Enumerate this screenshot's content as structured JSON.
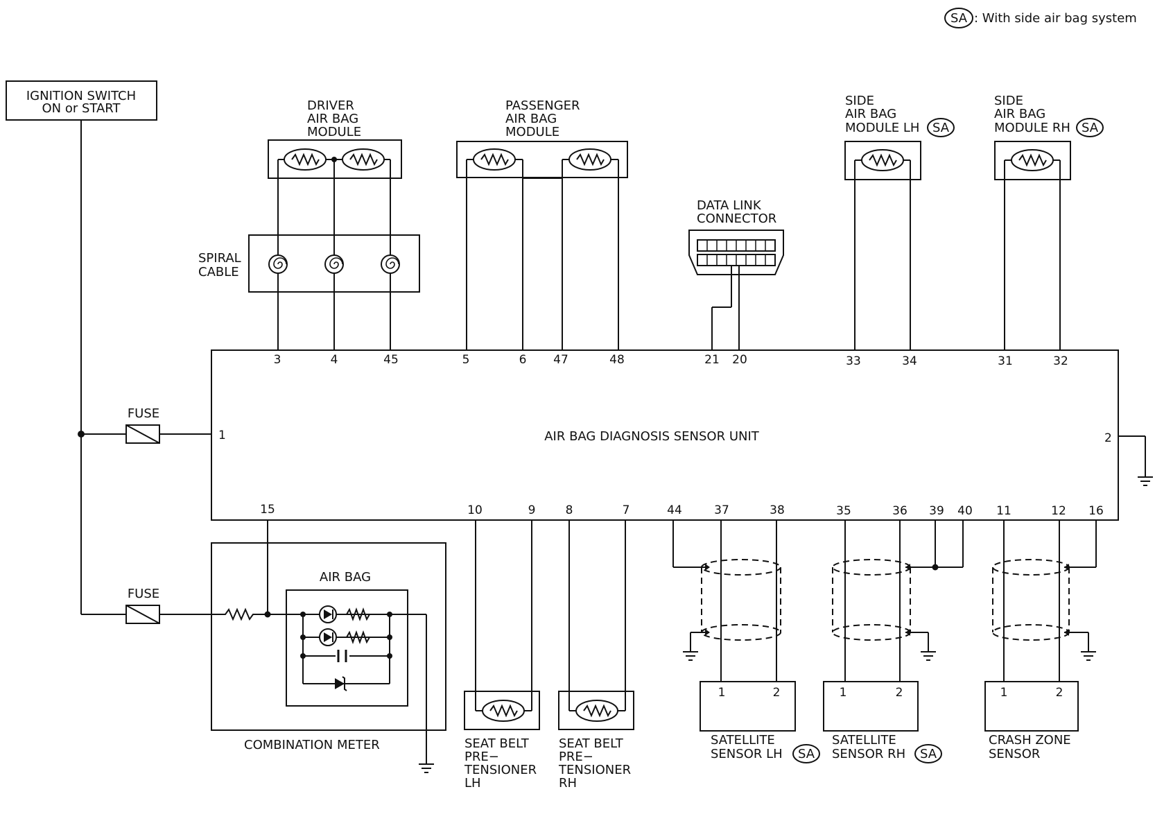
{
  "legend": {
    "badge": "SA",
    "text": ": With side air bag system"
  },
  "ignition_switch": {
    "line1": "IGNITION SWITCH",
    "line2": "ON or START"
  },
  "driver_module": {
    "line1": "DRIVER",
    "line2": "AIR BAG",
    "line3": "MODULE"
  },
  "passenger_module": {
    "line1": "PASSENGER",
    "line2": "AIR BAG",
    "line3": "MODULE"
  },
  "side_lh": {
    "line1": "SIDE",
    "line2": "AIR BAG",
    "line3": "MODULE LH",
    "badge": "SA"
  },
  "side_rh": {
    "line1": "SIDE",
    "line2": "AIR BAG",
    "line3": "MODULE RH",
    "badge": "SA"
  },
  "spiral_cable": {
    "line1": "SPIRAL",
    "line2": "CABLE"
  },
  "data_link": {
    "line1": "DATA LINK",
    "line2": "CONNECTOR"
  },
  "unit": {
    "label": "AIR BAG DIAGNOSIS SENSOR UNIT"
  },
  "fuse_label": "FUSE",
  "airbag_lamp_label": "AIR BAG",
  "combination_meter": "COMBINATION METER",
  "pretensioner_lh": {
    "line1": "SEAT BELT",
    "line2": "PRE−",
    "line3": "TENSIONER",
    "line4": "LH"
  },
  "pretensioner_rh": {
    "line1": "SEAT BELT",
    "line2": "PRE−",
    "line3": "TENSIONER",
    "line4": "RH"
  },
  "satellite_lh": {
    "line1": "SATELLITE",
    "line2": "SENSOR LH",
    "badge": "SA",
    "pin1": "1",
    "pin2": "2"
  },
  "satellite_rh": {
    "line1": "SATELLITE",
    "line2": "SENSOR RH",
    "badge": "SA",
    "pin1": "1",
    "pin2": "2"
  },
  "crash_zone": {
    "line1": "CRASH ZONE",
    "line2": "SENSOR",
    "pin1": "1",
    "pin2": "2"
  },
  "pins": {
    "p1": "1",
    "p2": "2",
    "p3": "3",
    "p4": "4",
    "p45": "45",
    "p5": "5",
    "p6": "6",
    "p47": "47",
    "p48": "48",
    "p21": "21",
    "p20": "20",
    "p33": "33",
    "p34": "34",
    "p31": "31",
    "p32": "32",
    "p15": "15",
    "p10": "10",
    "p9": "9",
    "p8": "8",
    "p7": "7",
    "p44": "44",
    "p37": "37",
    "p38": "38",
    "p35": "35",
    "p36": "36",
    "p39": "39",
    "p40": "40",
    "p11": "11",
    "p12": "12",
    "p16": "16"
  }
}
